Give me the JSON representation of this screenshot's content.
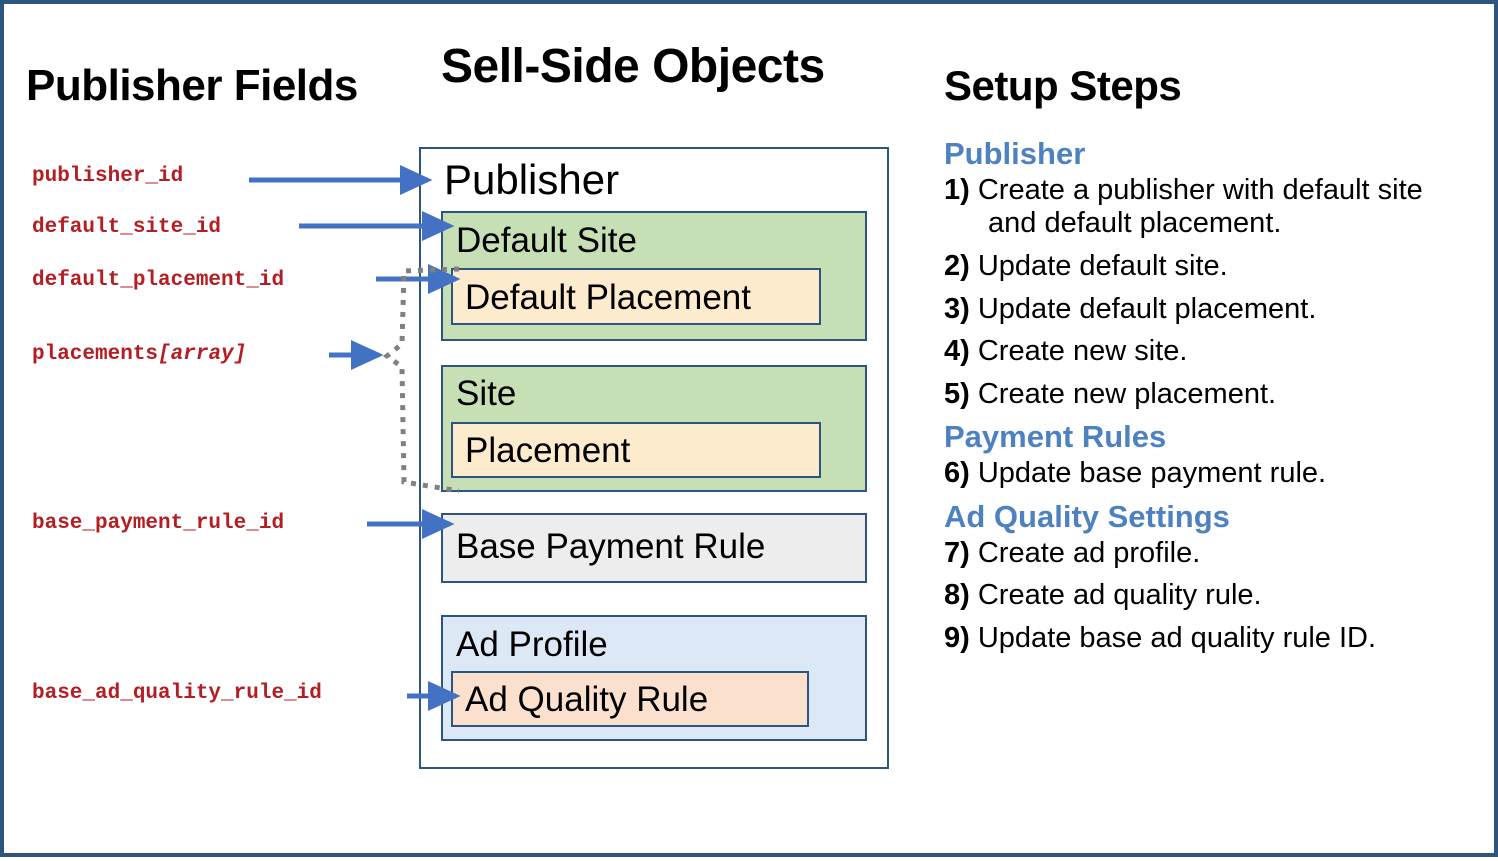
{
  "columns": {
    "left_title": "Publisher Fields",
    "center_title": "Sell-Side Objects",
    "right_title": "Setup Steps"
  },
  "publisher_fields": [
    {
      "name": "publisher_id",
      "suffix": ""
    },
    {
      "name": "default_site_id",
      "suffix": ""
    },
    {
      "name": "default_placement_id",
      "suffix": ""
    },
    {
      "name": "placements",
      "suffix": "[array]"
    },
    {
      "name": "base_payment_rule_id",
      "suffix": ""
    },
    {
      "name": "base_ad_quality_rule_id",
      "suffix": ""
    }
  ],
  "sellside": {
    "publisher": "Publisher",
    "default_site": "Default Site",
    "default_placement": "Default Placement",
    "site": "Site",
    "placement": "Placement",
    "base_payment_rule": "Base Payment Rule",
    "ad_profile": "Ad Profile",
    "ad_quality_rule": "Ad Quality Rule"
  },
  "setup_steps": {
    "groups": [
      {
        "heading": "Publisher",
        "steps": [
          {
            "num": "1)",
            "text": "Create a publisher with default site and default placement."
          },
          {
            "num": "2)",
            "text": "Update default site."
          },
          {
            "num": "3)",
            "text": "Update default placement."
          },
          {
            "num": "4)",
            "text": "Create new site."
          },
          {
            "num": "5)",
            "text": "Create new placement."
          }
        ]
      },
      {
        "heading": "Payment Rules",
        "steps": [
          {
            "num": "6)",
            "text": "Update base payment rule."
          }
        ]
      },
      {
        "heading": "Ad Quality Settings",
        "steps": [
          {
            "num": "7)",
            "text": "Create ad profile."
          },
          {
            "num": "8)",
            "text": "Create ad quality rule."
          },
          {
            "num": "9)",
            "text": "Update base ad quality rule ID."
          }
        ]
      }
    ]
  },
  "colors": {
    "frame_border": "#2E5580",
    "field_text": "#B41E23",
    "arrow": "#4372C4",
    "group_heading": "#4E81C0",
    "site_fill": "#C6DFB4",
    "placement_fill": "#FCEBCD",
    "payment_rule_fill": "#EDEDED",
    "ad_profile_fill": "#DCE8F6",
    "ad_quality_fill": "#FBE0CE",
    "dotted_connector": "#808080"
  }
}
